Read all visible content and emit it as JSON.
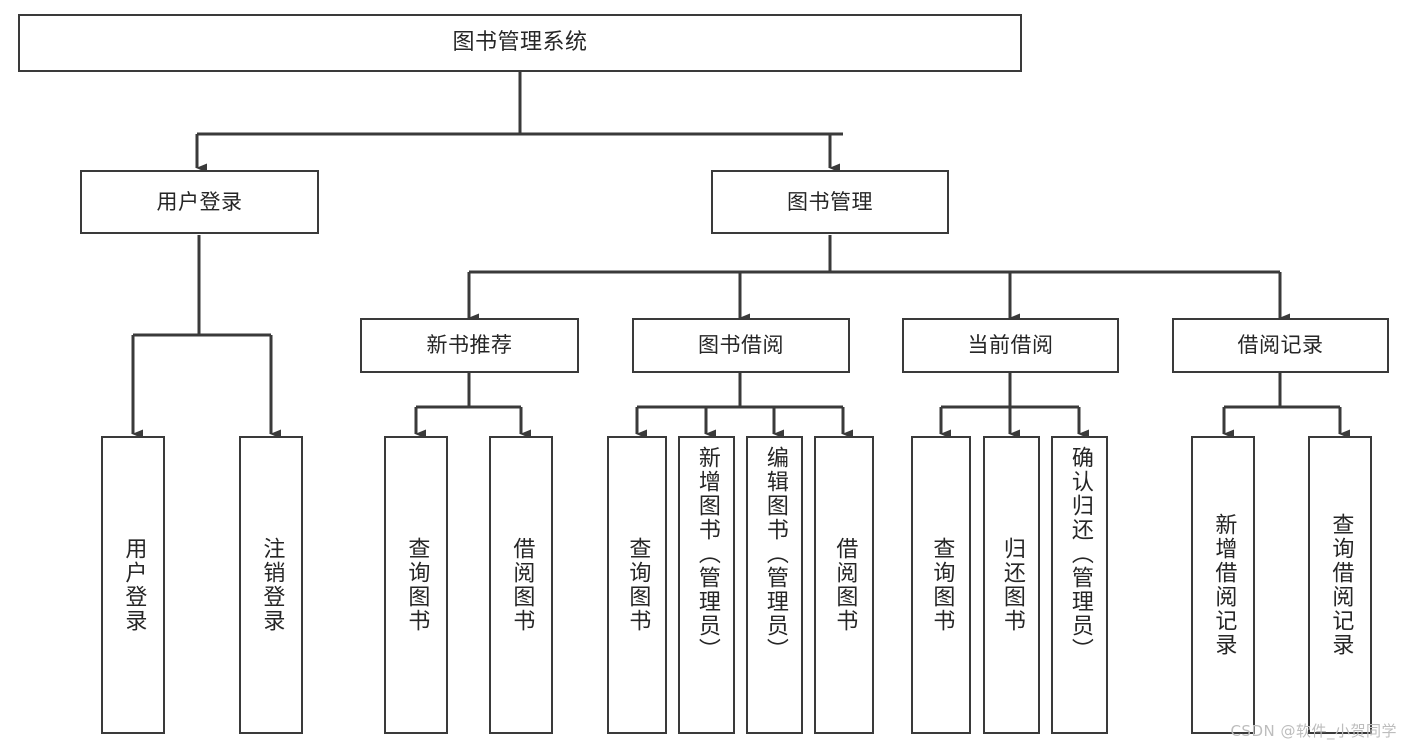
{
  "diagram": {
    "title": "图书管理系统",
    "type": "hierarchy-tree",
    "watermark": "CSDN @软件_小贺同学",
    "colors": {
      "stroke": "#3a3a3a",
      "fill": "#ffffff",
      "text": "#262626",
      "watermark": "#bdbdbd"
    },
    "levels": {
      "root": "图书管理系统",
      "branches": [
        "用户登录",
        "图书管理"
      ],
      "groups": [
        "新书推荐",
        "图书借阅",
        "当前借阅",
        "借阅记录"
      ]
    },
    "nodes": {
      "root": {
        "label": "图书管理系统"
      },
      "branch_user_login": {
        "label": "用户登录"
      },
      "branch_book_manage": {
        "label": "图书管理"
      },
      "group_new_book": {
        "label": "新书推荐"
      },
      "group_borrow": {
        "label": "图书借阅"
      },
      "group_current": {
        "label": "当前借阅"
      },
      "group_record": {
        "label": "借阅记录"
      },
      "leaf_user_login": {
        "label": "用户登录"
      },
      "leaf_user_logout": {
        "label": "注销登录"
      },
      "leaf_new_query": {
        "label": "查询图书"
      },
      "leaf_new_borrow": {
        "label": "借阅图书"
      },
      "leaf_borrow_query": {
        "label": "查询图书"
      },
      "leaf_borrow_add": {
        "label": "新增图书（管理员）"
      },
      "leaf_borrow_edit": {
        "label": "编辑图书（管理员）"
      },
      "leaf_borrow_do": {
        "label": "借阅图书"
      },
      "leaf_cur_query": {
        "label": "查询图书"
      },
      "leaf_cur_return": {
        "label": "归还图书"
      },
      "leaf_cur_confirm": {
        "label": "确认归还（管理员）"
      },
      "leaf_rec_add": {
        "label": "新增借阅记录"
      },
      "leaf_rec_query": {
        "label": "查询借阅记录"
      }
    }
  }
}
